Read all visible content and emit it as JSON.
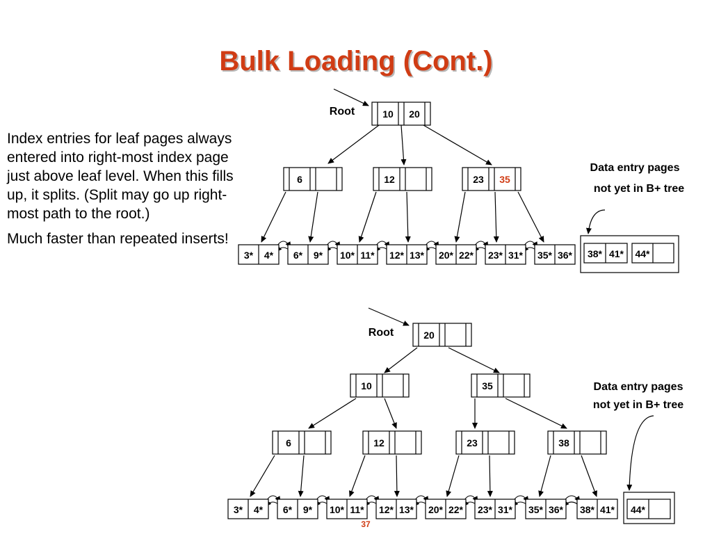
{
  "slide": {
    "title": "Bulk Loading (Cont.)",
    "body": [
      "Index entries for leaf pages always entered into right-most index page just above leaf level.  When this fills up, it splits.  (Split may go up right-most path to the root.)",
      "Much faster than repeated inserts!"
    ],
    "slide_number": "37"
  },
  "colors": {
    "title": "#d03c14",
    "highlight_key": "#d03c14",
    "ink": "#000000"
  },
  "tree_top": {
    "root_label": "Root",
    "pending_label_line1": "Data entry pages",
    "pending_label_line2": "not yet in B+ tree",
    "root_keys": [
      "10",
      "20"
    ],
    "index_nodes": [
      {
        "keys": [
          "6",
          ""
        ]
      },
      {
        "keys": [
          "12",
          ""
        ]
      },
      {
        "keys": [
          "23",
          "35"
        ]
      }
    ],
    "leaf_pages": [
      [
        "3*",
        "4*"
      ],
      [
        "6*",
        "9*"
      ],
      [
        "10*",
        "11*"
      ],
      [
        "12*",
        "13*"
      ],
      [
        "20*",
        "22*"
      ],
      [
        "23*",
        "31*"
      ],
      [
        "35*",
        "36*"
      ]
    ],
    "pending_pages": [
      [
        "38*",
        "41*"
      ],
      [
        "44*",
        ""
      ]
    ]
  },
  "tree_bottom": {
    "root_label": "Root",
    "pending_label_line1": "Data entry pages",
    "pending_label_line2": "not yet in B+ tree",
    "root_keys": [
      "20",
      ""
    ],
    "level1_nodes": [
      {
        "keys": [
          "10",
          ""
        ]
      },
      {
        "keys": [
          "35",
          ""
        ]
      }
    ],
    "level2_nodes": [
      {
        "keys": [
          "6",
          ""
        ]
      },
      {
        "keys": [
          "12",
          ""
        ]
      },
      {
        "keys": [
          "23",
          ""
        ]
      },
      {
        "keys": [
          "38",
          ""
        ]
      }
    ],
    "leaf_pages": [
      [
        "3*",
        "4*"
      ],
      [
        "6*",
        "9*"
      ],
      [
        "10*",
        "11*"
      ],
      [
        "12*",
        "13*"
      ],
      [
        "20*",
        "22*"
      ],
      [
        "23*",
        "31*"
      ],
      [
        "35*",
        "36*"
      ],
      [
        "38*",
        "41*"
      ]
    ],
    "pending_pages": [
      [
        "44*",
        ""
      ]
    ]
  }
}
